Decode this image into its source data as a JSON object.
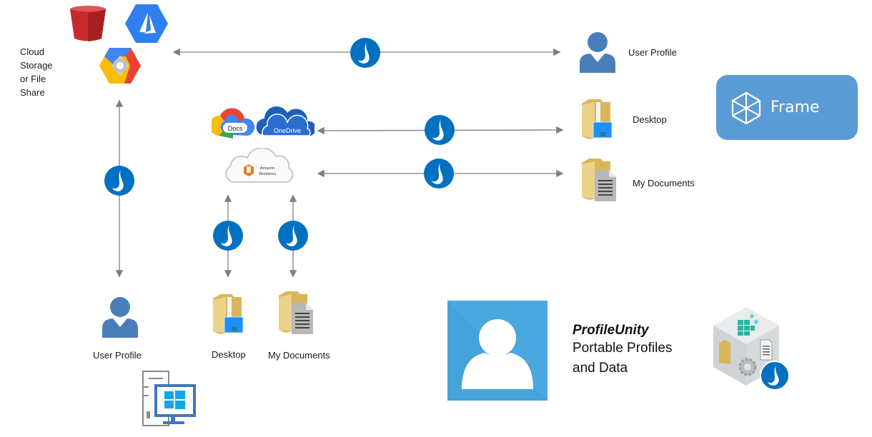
{
  "cloud_storage": {
    "label_lines": [
      "Cloud",
      "Storage",
      "or File",
      "Share"
    ],
    "icons": [
      "aws-s3-bucket-icon",
      "azure-icon",
      "google-cloud-icon"
    ]
  },
  "cloud_docs": {
    "google_docs_label": "Docs",
    "onedrive_label": "OneDrive",
    "workdocs_label_lines": [
      "Amazon",
      "Workdocs"
    ]
  },
  "frame_profile": {
    "user_profile_label": "User Profile",
    "desktop_label": "Desktop",
    "my_documents_label": "My Documents"
  },
  "frame_button": {
    "label": "Frame",
    "color": "#5b9bd5"
  },
  "local_profile": {
    "user_profile_label": "User Profile",
    "desktop_label": "Desktop",
    "my_documents_label": "My Documents"
  },
  "profileunity": {
    "title": "ProfileUnity",
    "subtitle_lines": [
      "Portable Profiles",
      "and Data"
    ]
  },
  "colors": {
    "accent_blue": "#0070c0",
    "user_icon_blue": "#4a7eb8",
    "arrow_gray": "#7f7f7f",
    "tile_blue": "#4aa8de"
  }
}
